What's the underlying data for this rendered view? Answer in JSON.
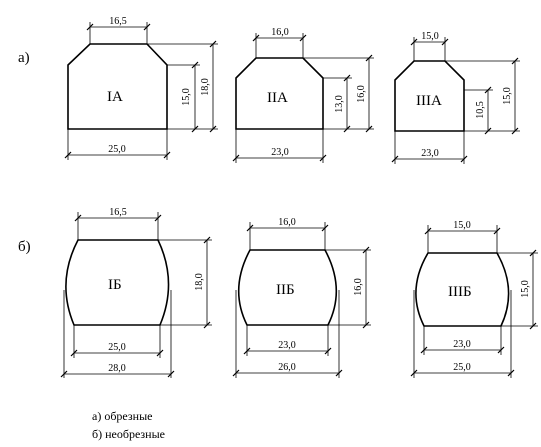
{
  "rows": {
    "a": "а)",
    "b": "б)"
  },
  "shapes": {
    "IA": {
      "label": "IA",
      "top": "16,5",
      "bottom": "25,0",
      "side": "15,0",
      "height": "18,0"
    },
    "IIA": {
      "label": "IIA",
      "top": "16,0",
      "bottom": "23,0",
      "side": "13,0",
      "height": "16,0"
    },
    "IIIA": {
      "label": "IIIA",
      "top": "15,0",
      "bottom": "23,0",
      "side": "10,5",
      "height": "15,0"
    },
    "IB": {
      "label": "IБ",
      "top": "16,5",
      "bottom": "25,0",
      "width": "28,0",
      "height": "18,0"
    },
    "IIB": {
      "label": "IIБ",
      "top": "16,0",
      "bottom": "23,0",
      "width": "26,0",
      "height": "16,0"
    },
    "IIIB": {
      "label": "IIIБ",
      "top": "15,0",
      "bottom": "23,0",
      "width": "25,0",
      "height": "15,0"
    }
  },
  "legend": {
    "a": "а) обрезные",
    "b": "б) необрезные"
  }
}
